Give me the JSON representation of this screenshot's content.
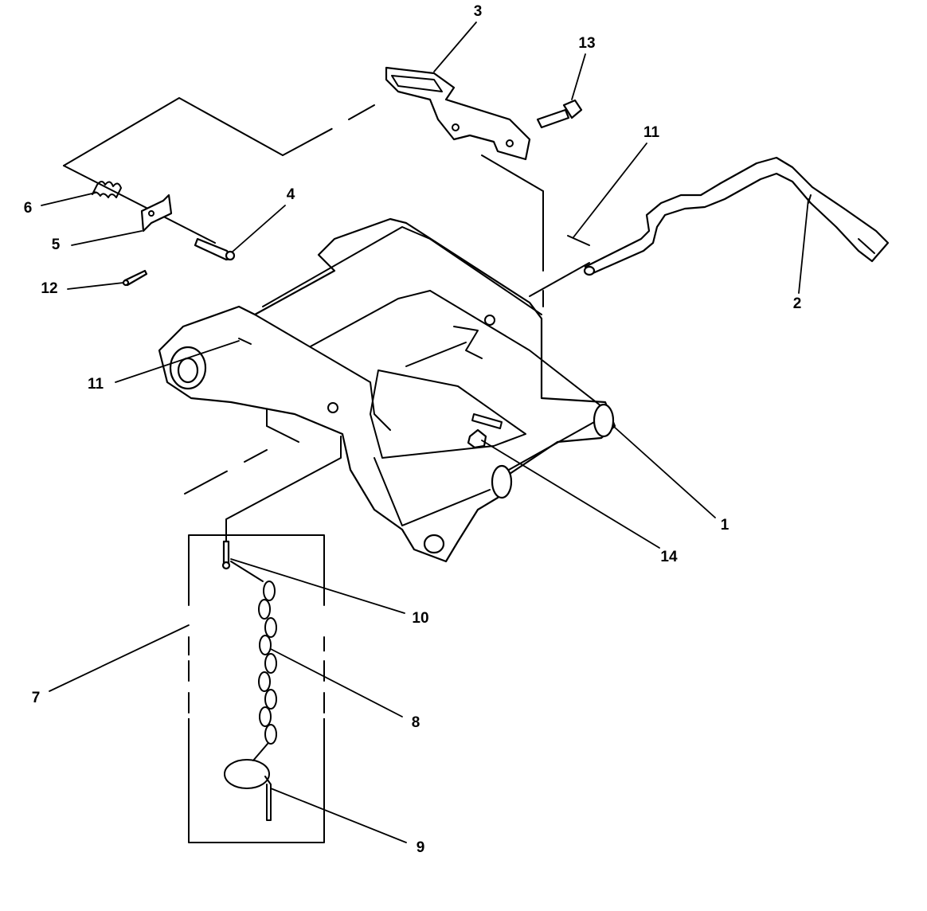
{
  "callouts": [
    {
      "id": "c3",
      "text": "3"
    },
    {
      "id": "c13",
      "text": "13"
    },
    {
      "id": "c11a",
      "text": "11"
    },
    {
      "id": "c6",
      "text": "6"
    },
    {
      "id": "c4",
      "text": "4"
    },
    {
      "id": "c5",
      "text": "5"
    },
    {
      "id": "c12",
      "text": "12"
    },
    {
      "id": "c2",
      "text": "2"
    },
    {
      "id": "c11b",
      "text": "11"
    },
    {
      "id": "c1",
      "text": "1"
    },
    {
      "id": "c14",
      "text": "14"
    },
    {
      "id": "c10",
      "text": "10"
    },
    {
      "id": "c7",
      "text": "7"
    },
    {
      "id": "c8",
      "text": "8"
    },
    {
      "id": "c9",
      "text": "9"
    }
  ]
}
